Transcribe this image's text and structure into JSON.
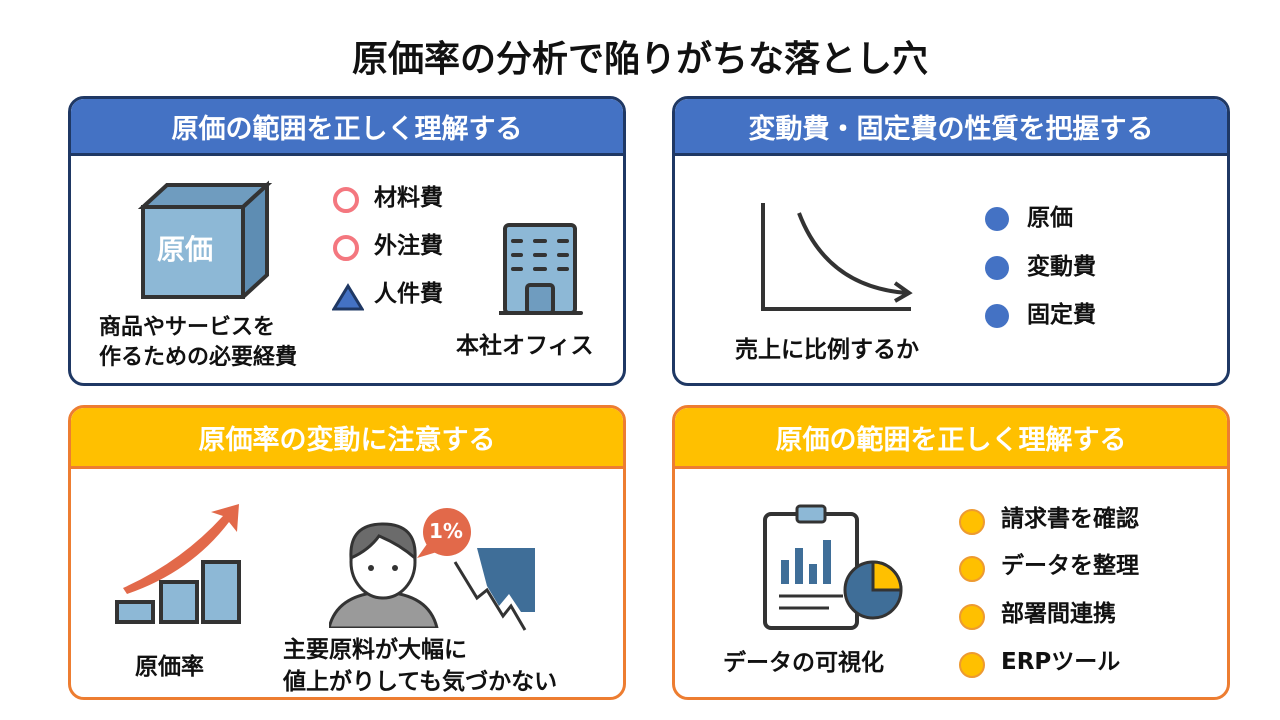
{
  "title": "原価率の分析で陥りがちな落とし穴",
  "panels": [
    {
      "header": "原価の範囲を正しく理解する",
      "cube_label": "原価",
      "items": [
        "材料費",
        "外注費",
        "人件費"
      ],
      "caption": [
        "商品やサービスを",
        "作るための必要経費"
      ],
      "office_label": "本社オフィス"
    },
    {
      "header": "変動費・固定費の性質を把握する",
      "chart_caption": "売上に比例するか",
      "items": [
        "原価",
        "変動費",
        "固定費"
      ]
    },
    {
      "header": "原価率の変動に注意する",
      "bar_label": "原価率",
      "bubble": "1%",
      "caption": [
        "主要原料が大幅に",
        "値上がりしても気づかない"
      ]
    },
    {
      "header": "原価の範囲を正しく理解する",
      "clipboard_caption": "データの可視化",
      "items": [
        "請求書を確認",
        "データを整理",
        "部署間連携",
        "ERPツール"
      ]
    }
  ],
  "colors": {
    "blue": "#4472C4",
    "navy": "#1F3864",
    "yellow": "#FFC000",
    "orange": "#ED7D31",
    "pink": "#F4777F",
    "icon": "#7FAAC9"
  }
}
